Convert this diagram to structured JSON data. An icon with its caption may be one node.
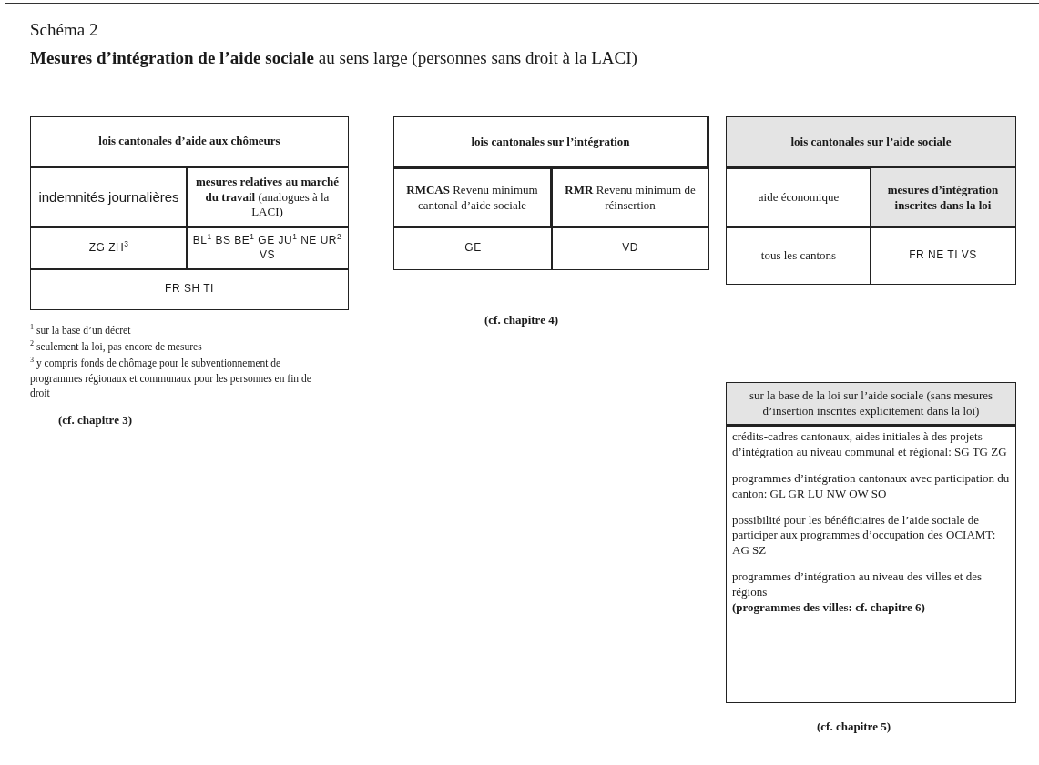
{
  "diagram": {
    "title": "Schéma 2",
    "nodes": [
      {
        "text": [
          "lois cantonales d’aide aux chômeurs"
        ]
      },
      {
        "text": [
          "indemnités journalières"
        ]
      },
      {
        "text": [
          "**mesures relatives au marché du travail** (analogues à la LACI)"
        ]
      },
      {
        "text": [
          "ZG ZH$^{3}$"
        ]
      },
      {
        "text": [
          "BL$^{1}$ BS BE$^{1}$ GE JU$^{1}$ NE UR$^{2}$ VS"
        ]
      },
      {
        "text": [
          "FR SH TI"
        ]
      },
      {
        "text": [
          "lois cantonales sur l’intégration"
        ]
      },
      {
        "text": [
          "**RMCAS** Revenu minimum cantonal d’aide sociale"
        ]
      },
      {
        "text": [
          "**RMR** Revenu minimum de réinsertion"
        ]
      },
      {
        "text": [
          "GE"
        ]
      },
      {
        "text": [
          "VD"
        ]
      },
      {
        "text": [
          "lois cantonales sur l’aide sociale"
        ]
      },
      {
        "text": [
          "aide économique"
        ]
      },
      {
        "text": [
          "mesures d’intégration inscrites dans la loi"
        ]
      },
      {
        "text": [
          "tous les cantons"
        ]
      },
      {
        "text": [
          "FR NE TI VS"
        ]
      },
      {
        "text": [
          "sur la base de la loi sur l’aide sociale (sans mesures d’insertion inscrites explicitement dans la loi)"
        ]
      },
      {
        "text": [
          "crédits-cadres cantonaux, aides initiales à des projets d’intégration au niveau communal et régional: SG TG ZG",
          "programmes d’intégration cantonaux avec participation du canton: GL GR LU NW OW SO",
          "possibilité pour les bénéficiaires de l’aide sociale de participer aux programmes d’occupation des OCIAMT: AG SZ",
          "programmes d’intégration au niveau des villes et des régions",
          "(programmes des villes: cf. chapitre 6)"
        ]
      }
    ],
    "labels": [
      "**Mesures d’intégration de l’aide sociale** au sens large (personnes sans droit à la LACI)",
      "$^{1}$ sur la base d’un décret",
      "$^{2}$ seulement la loi, pas encore de mesures",
      "$^{3}$ y compris fonds de chômage pour le subventionnement de programmes régionaux et communaux pour les personnes en fin de droit",
      "(cf. chapitre 3)",
      "(cf. chapitre 4)",
      "(cf. chapitre 5)"
    ]
  }
}
